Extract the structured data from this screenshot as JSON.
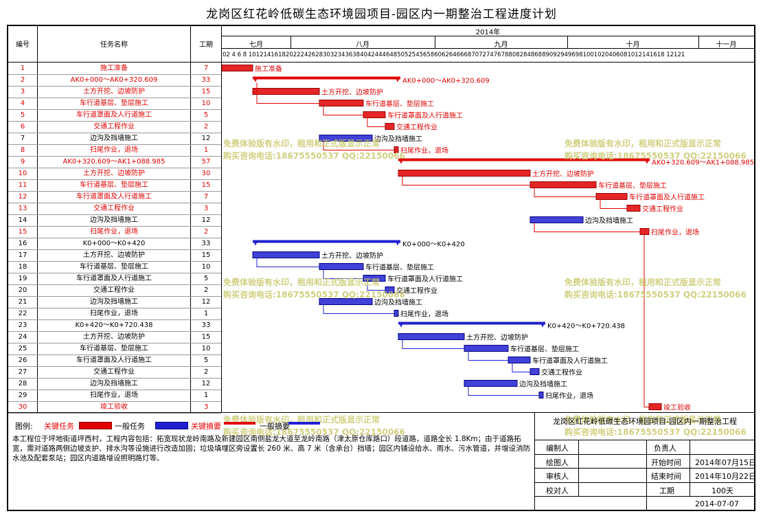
{
  "title": "龙岗区红花岭低碳生态环境园项目-园区内一期整治工程进度计划",
  "header": {
    "no": "编号",
    "task": "任务名称",
    "duration": "工期",
    "year": "2014年"
  },
  "months": [
    "七月",
    "八月",
    "九月",
    "十月",
    "十一月"
  ],
  "day_ticks": "02 4 6 8 1012141618202224262830323436384042444648505254565860626466687072747678808284868890929496981001020406081012141618 12121",
  "tasks": [
    {
      "no": "1",
      "name": "施工准备",
      "dur": "7",
      "kind": "critical",
      "label": "施工准备"
    },
    {
      "no": "2",
      "name": "AK0+000～AK0+320.609",
      "dur": "33",
      "kind": "critical-summary",
      "label": "AK0+000～AK0+320.609"
    },
    {
      "no": "3",
      "name": "土方开挖、边坡防护",
      "dur": "15",
      "kind": "critical",
      "label": "土方开挖、边坡防护"
    },
    {
      "no": "4",
      "name": "车行道基层、垫层施工",
      "dur": "10",
      "kind": "critical",
      "label": "车行道基层、垫层施工"
    },
    {
      "no": "5",
      "name": "车行道罩面及人行道施工",
      "dur": "5",
      "kind": "critical",
      "label": "车行道罩面及人行道施工"
    },
    {
      "no": "6",
      "name": "交通工程作业",
      "dur": "2",
      "kind": "critical",
      "label": "交通工程作业"
    },
    {
      "no": "7",
      "name": "边沟及挡墙施工",
      "dur": "12",
      "kind": "normal",
      "label": "边沟及挡墙施工"
    },
    {
      "no": "8",
      "name": "扫尾作业，退场",
      "dur": "1",
      "kind": "critical",
      "label": "扫尾作业，退场"
    },
    {
      "no": "9",
      "name": "AK0+320.609～AK1+088.985",
      "dur": "57",
      "kind": "critical-summary",
      "label": "AK0+320.609～AK1+088.985"
    },
    {
      "no": "10",
      "name": "土方开挖、边坡防护",
      "dur": "30",
      "kind": "critical",
      "label": "土方开挖、边坡防护"
    },
    {
      "no": "11",
      "name": "车行道基层、垫层施工",
      "dur": "15",
      "kind": "critical",
      "label": "车行道基层、垫层施工"
    },
    {
      "no": "12",
      "name": "车行道罩面及人行道施工",
      "dur": "7",
      "kind": "critical",
      "label": "车行道罩面及人行道施工"
    },
    {
      "no": "13",
      "name": "交通工程作业",
      "dur": "3",
      "kind": "critical",
      "label": "交通工程作业"
    },
    {
      "no": "14",
      "name": "边沟及挡墙施工",
      "dur": "12",
      "kind": "normal",
      "label": "边沟及挡墙施工"
    },
    {
      "no": "15",
      "name": "扫尾作业，退场",
      "dur": "2",
      "kind": "critical",
      "label": "扫尾作业，退场"
    },
    {
      "no": "16",
      "name": "K0+000～K0+420",
      "dur": "33",
      "kind": "summary",
      "label": "K0+000～K0+420"
    },
    {
      "no": "17",
      "name": "土方开挖、边坡防护",
      "dur": "15",
      "kind": "normal",
      "label": "土方开挖、边坡防护"
    },
    {
      "no": "18",
      "name": "车行道基层、垫层施工",
      "dur": "10",
      "kind": "normal",
      "label": "车行道基层、垫层施工"
    },
    {
      "no": "19",
      "name": "车行道罩面及人行道施工",
      "dur": "5",
      "kind": "normal",
      "label": "车行道罩面及人行道施工"
    },
    {
      "no": "20",
      "name": "交通工程作业",
      "dur": "2",
      "kind": "normal",
      "label": "交通工程作业"
    },
    {
      "no": "21",
      "name": "边沟及挡墙施工",
      "dur": "12",
      "kind": "normal",
      "label": "边沟及挡墙施工"
    },
    {
      "no": "22",
      "name": "扫尾作业，退场",
      "dur": "1",
      "kind": "normal",
      "label": "扫尾作业，退场"
    },
    {
      "no": "23",
      "name": "K0+420～K0+720.438",
      "dur": "33",
      "kind": "summary",
      "label": "K0+420～K0+720.438"
    },
    {
      "no": "24",
      "name": "土方开挖、边坡防护",
      "dur": "15",
      "kind": "normal",
      "label": "土方开挖、边坡防护"
    },
    {
      "no": "25",
      "name": "车行道基层、垫层施工",
      "dur": "10",
      "kind": "normal",
      "label": "车行道基层、垫层施工"
    },
    {
      "no": "26",
      "name": "车行道罩面及人行道施工",
      "dur": "5",
      "kind": "normal",
      "label": "车行道罩面及人行道施工"
    },
    {
      "no": "27",
      "name": "交通工程作业",
      "dur": "2",
      "kind": "normal",
      "label": "交通工程作业"
    },
    {
      "no": "28",
      "name": "边沟及挡墙施工",
      "dur": "12",
      "kind": "normal",
      "label": "边沟及挡墙施工"
    },
    {
      "no": "29",
      "name": "扫尾作业，退场",
      "dur": "1",
      "kind": "normal",
      "label": "扫尾作业，退场"
    },
    {
      "no": "30",
      "name": "竣工验收",
      "dur": "3",
      "kind": "critical",
      "label": "竣工验收"
    }
  ],
  "legend": {
    "prefix": "图例:",
    "critical": "关键任务",
    "normal": "一般任务",
    "critical_summary": "关键摘要",
    "summary": "一般摘要"
  },
  "description": "本工程位于坪地街道坪西村，工程内容包括：拓宽现状龙岭南路及新建园区南侧盐龙大道至龙岭南路（津太原仓库路口）段道路，道路全长 1.8Km；由于道路拓宽，需对道路两侧边坡支护、排水沟等设施进行改造加固；垃圾填埋区旁设置长 260 米、高 7 米（含承台）挡墙；园区内铺设给水、雨水、污水管道，并增设消防水池及配套泵站；园区内道路增设照明路灯等。",
  "signoff": {
    "project": "龙岗区红花岭低碳生态环境园项目-园区内一期整治工程",
    "editor": "编制人",
    "owner": "负责人",
    "drafter": "绘图人",
    "start_label": "开始时间",
    "start": "2014年07月15日",
    "reviewer": "审核人",
    "end_label": "结束时间",
    "end": "2014年10月22日",
    "checker": "校对人",
    "dur_label": "工期",
    "dur": "100天",
    "date": "2014-07-07"
  },
  "watermark": {
    "line1": "免费体验版有水印，租用和正式版显示正常",
    "line2": "购买咨询电话:18675550537 QQ:22150066"
  },
  "colors": {
    "critical": "#e00000",
    "normal": "#2020d0",
    "text_red": "#e00000"
  }
}
